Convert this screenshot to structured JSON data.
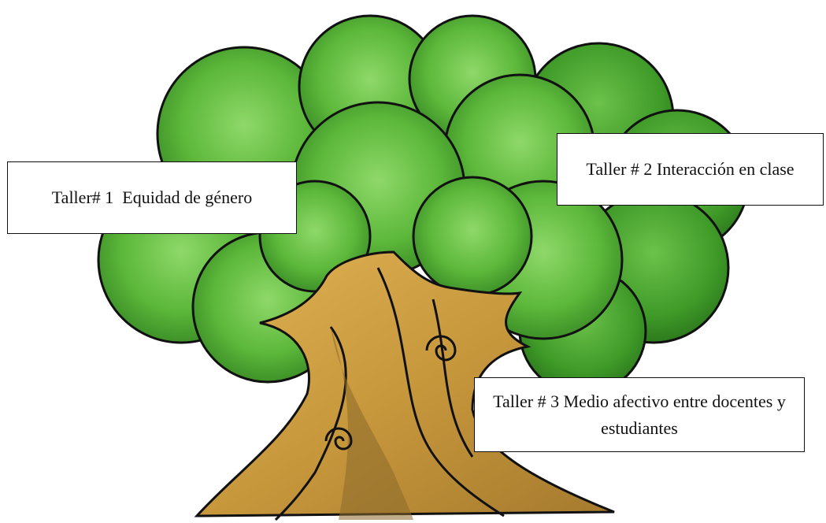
{
  "boxes": {
    "box1": "Taller# 1  Equidad de género",
    "box2": "Taller # 2 Interacción en clase",
    "box3": "Taller # 3 Medio afectivo entre docentes y estudiantes"
  },
  "colors": {
    "foliage_light": "#6cc24a",
    "foliage_mid": "#4aa22f",
    "foliage_dark": "#2f7d1f",
    "trunk_light": "#d9a94a",
    "trunk_dark": "#8a6a2c",
    "outline": "#111111"
  },
  "illustration": {
    "icon": "tree-icon"
  }
}
